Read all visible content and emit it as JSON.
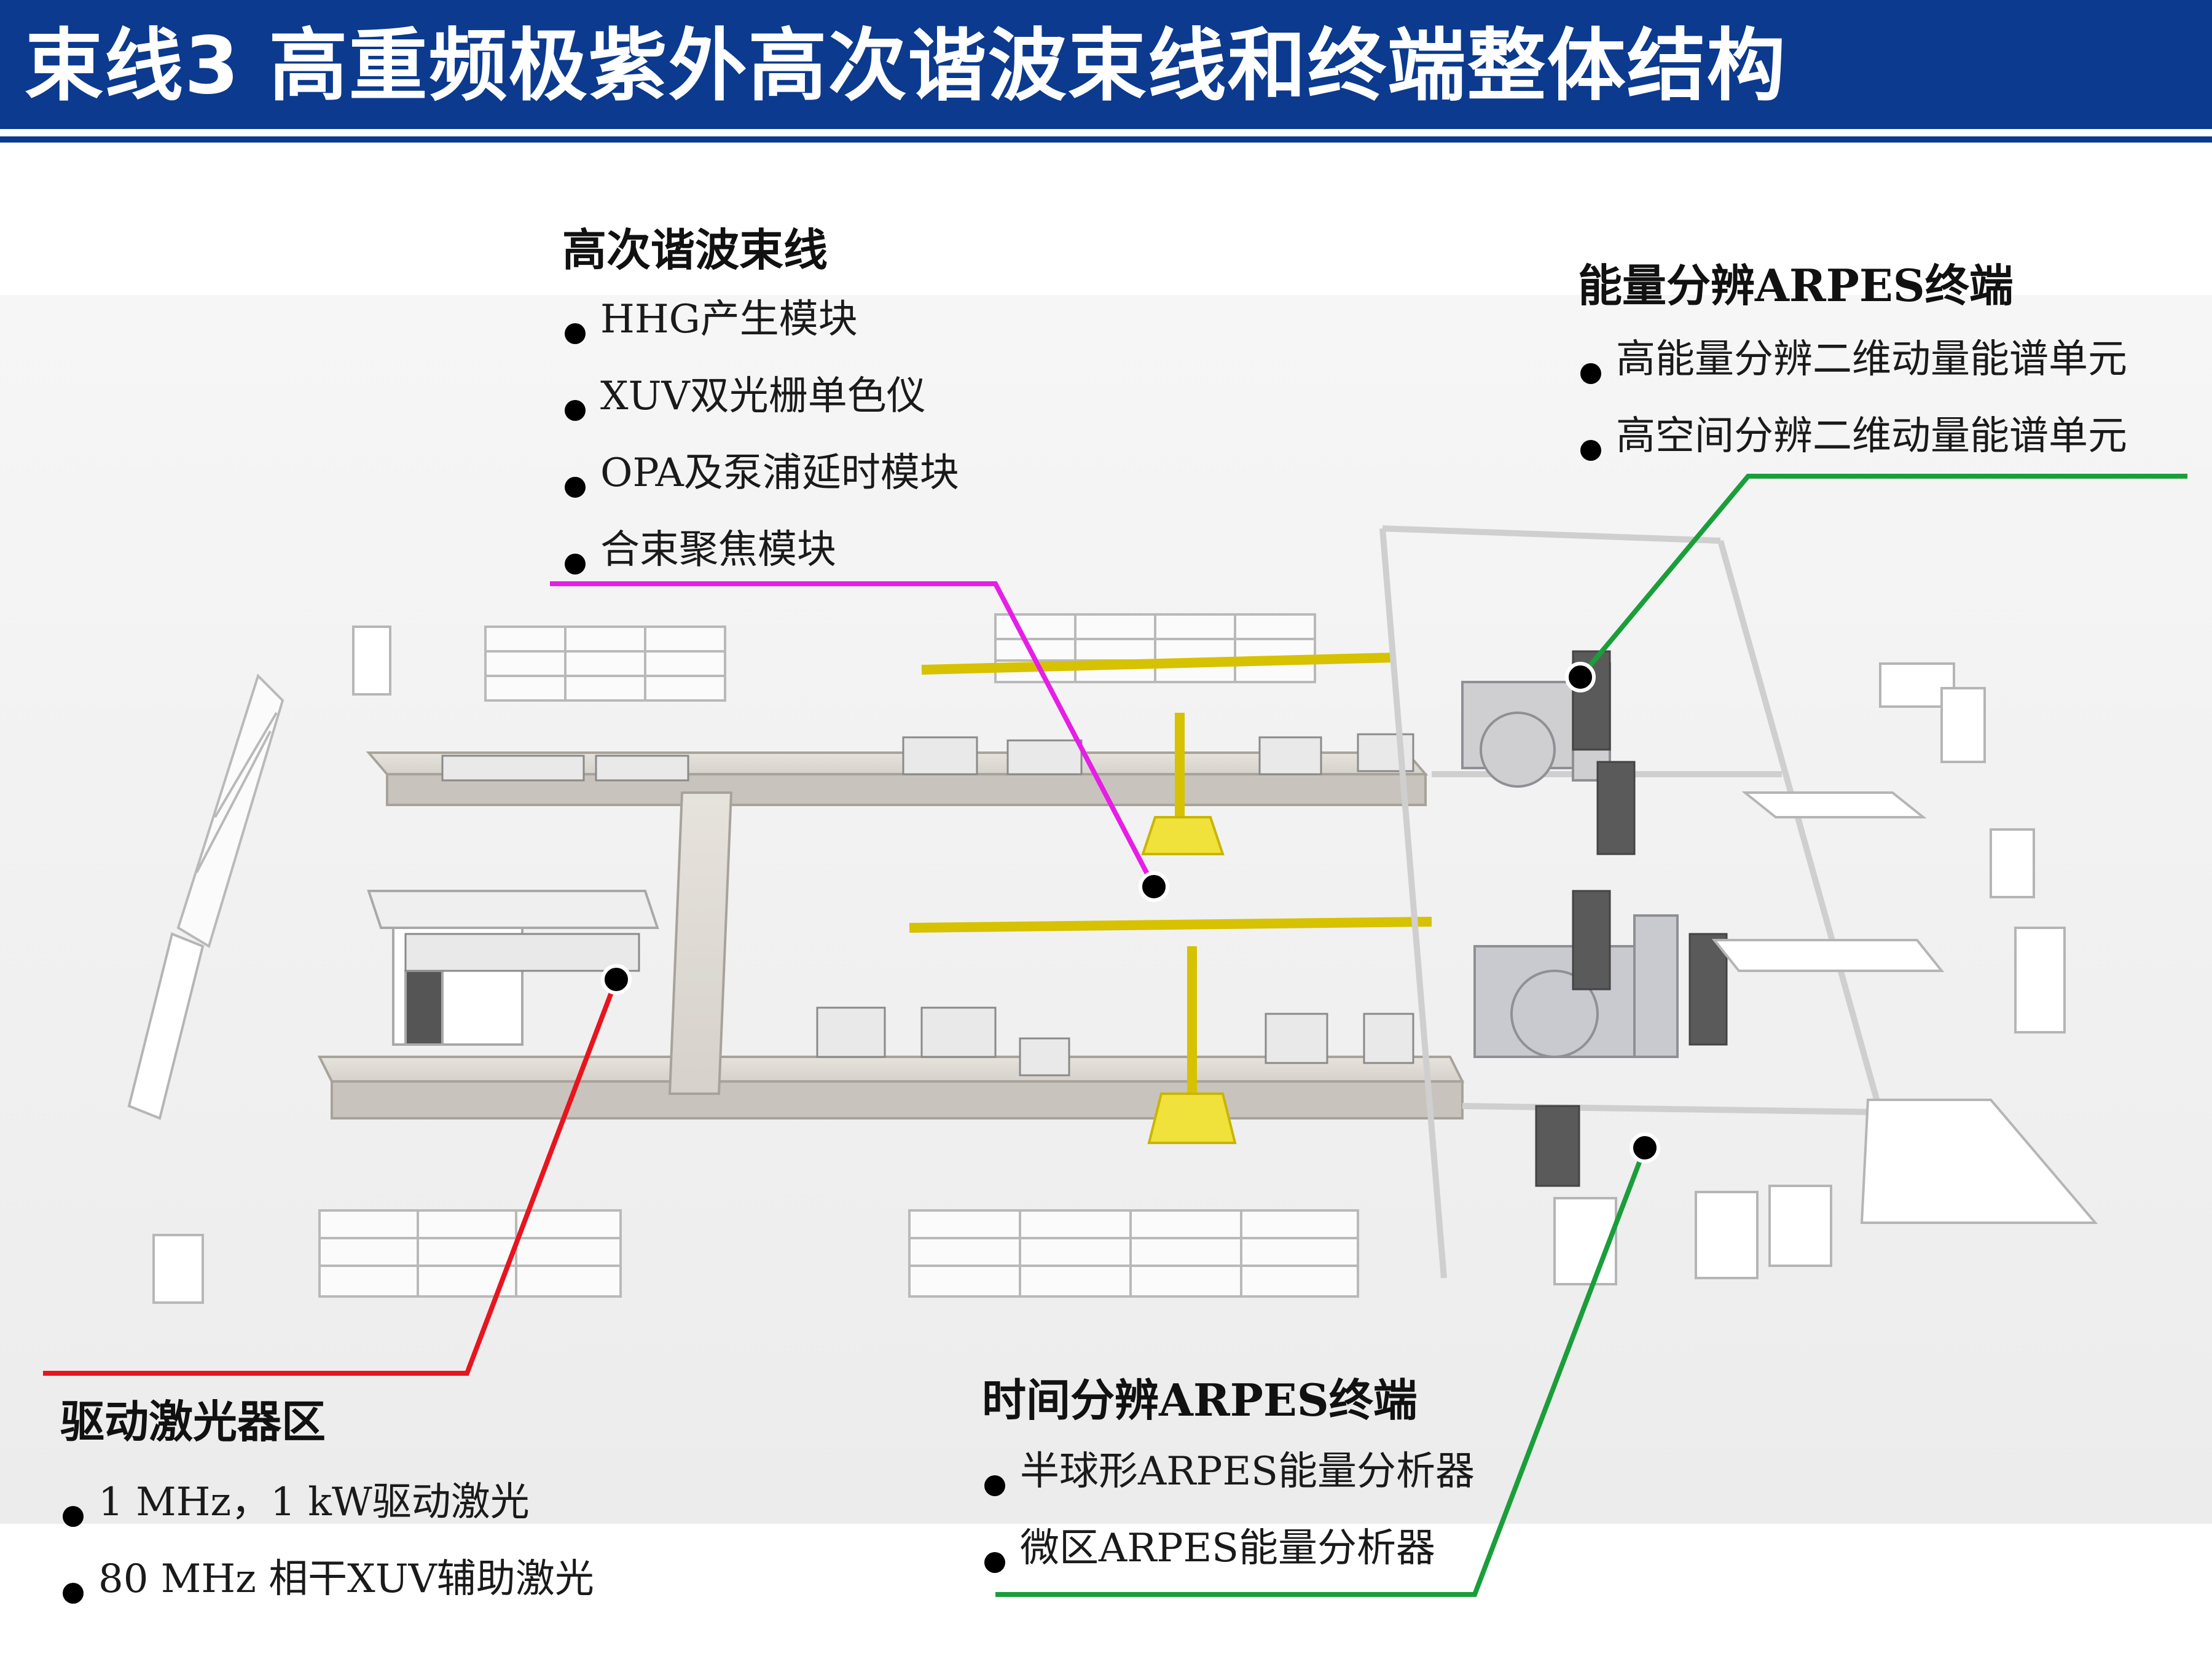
{
  "header": {
    "title": "束线3  高重频极紫外高次谐波束线和终端整体结构"
  },
  "colors": {
    "header_blue": "#0b3a8f",
    "hhg_leader": "#e61ee6",
    "laser_leader": "#e8141e",
    "arpes_leader": "#1a9e3a"
  },
  "hhg_beamline": {
    "title": "高次谐波束线",
    "items": [
      "HHG产生模块",
      "XUV双光栅单色仪",
      "OPA及泵浦延时模块",
      "合束聚焦模块"
    ]
  },
  "energy_arpes": {
    "title": "能量分辨ARPES终端",
    "items": [
      "高能量分辨二维动量能谱单元",
      "高空间分辨二维动量能谱单元"
    ]
  },
  "laser_zone": {
    "title": "驱动激光器区",
    "items": [
      "1 MHz，1 kW驱动激光",
      "80 MHz 相干XUV辅助激光"
    ]
  },
  "time_arpes": {
    "title": "时间分辨ARPES终端",
    "items": [
      "半球形ARPES能量分析器",
      "微区ARPES能量分析器"
    ]
  }
}
